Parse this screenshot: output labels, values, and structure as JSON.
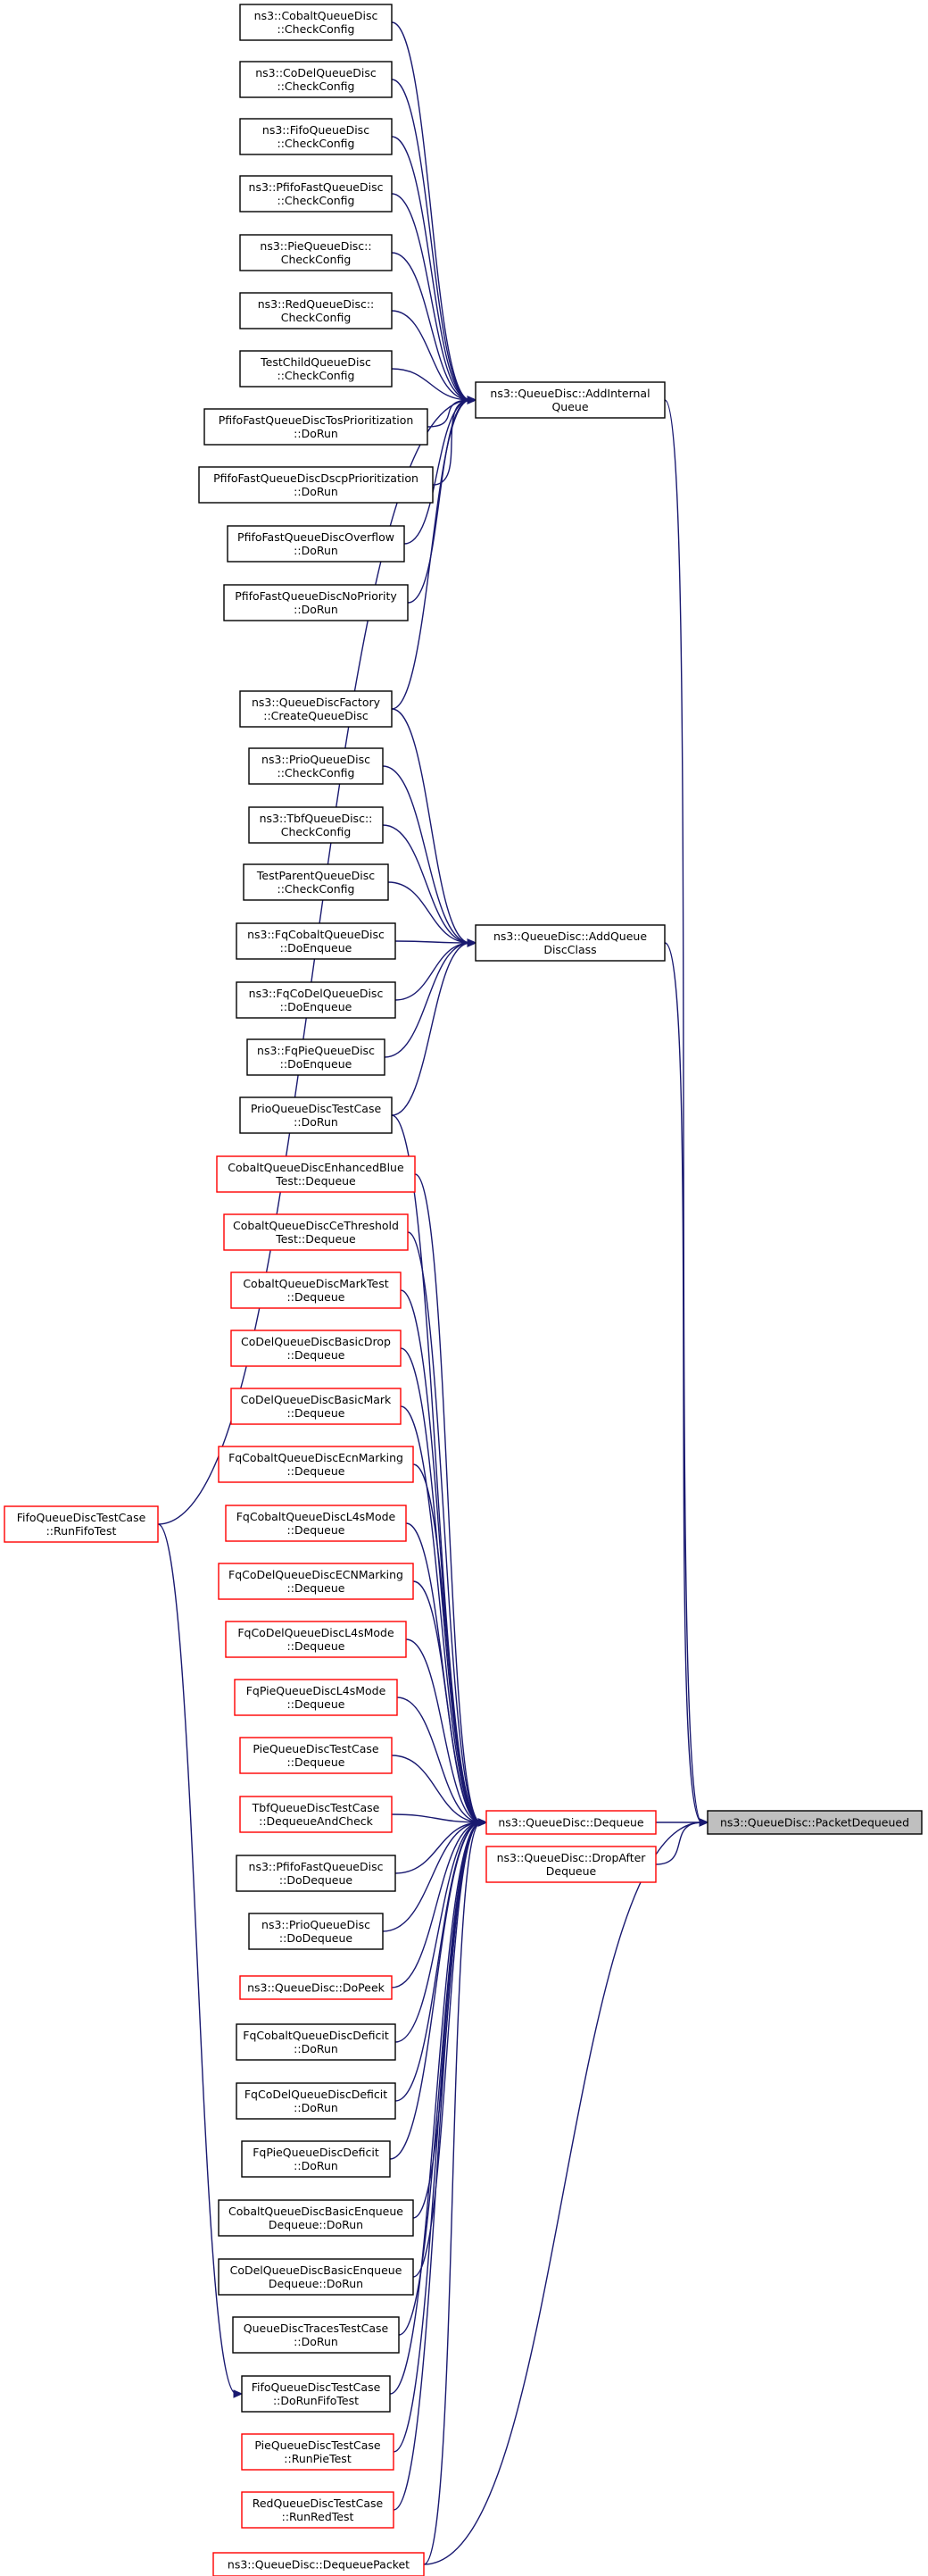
{
  "diagram": {
    "colors": {
      "edge": "#191970",
      "node_border_default": "#000000",
      "node_border_truncated": "#ff0000",
      "focus_fill": "#bfbfbf"
    },
    "nodes": [
      {
        "id": "n_cobalt_cc",
        "lines": [
          "ns3::CobaltQueueDisc",
          "::CheckConfig"
        ],
        "style": "default"
      },
      {
        "id": "n_codel_cc",
        "lines": [
          "ns3::CoDelQueueDisc",
          "::CheckConfig"
        ],
        "style": "default"
      },
      {
        "id": "n_fifo_cc",
        "lines": [
          "ns3::FifoQueueDisc",
          "::CheckConfig"
        ],
        "style": "default"
      },
      {
        "id": "n_pfifo_cc",
        "lines": [
          "ns3::PfifoFastQueueDisc",
          "::CheckConfig"
        ],
        "style": "default"
      },
      {
        "id": "n_pie_cc",
        "lines": [
          "ns3::PieQueueDisc::",
          "CheckConfig"
        ],
        "style": "default"
      },
      {
        "id": "n_red_cc",
        "lines": [
          "ns3::RedQueueDisc::",
          "CheckConfig"
        ],
        "style": "default"
      },
      {
        "id": "n_testchild_cc",
        "lines": [
          "TestChildQueueDisc",
          "::CheckConfig"
        ],
        "style": "default"
      },
      {
        "id": "n_pfifo_tos",
        "lines": [
          "PfifoFastQueueDiscTosPrioritization",
          "::DoRun"
        ],
        "style": "default"
      },
      {
        "id": "n_pfifo_dscp",
        "lines": [
          "PfifoFastQueueDiscDscpPrioritization",
          "::DoRun"
        ],
        "style": "default"
      },
      {
        "id": "n_pfifo_overflow",
        "lines": [
          "PfifoFastQueueDiscOverflow",
          "::DoRun"
        ],
        "style": "default"
      },
      {
        "id": "n_pfifo_noprio",
        "lines": [
          "PfifoFastQueueDiscNoPriority",
          "::DoRun"
        ],
        "style": "default"
      },
      {
        "id": "n_factory",
        "lines": [
          "ns3::QueueDiscFactory",
          "::CreateQueueDisc"
        ],
        "style": "default"
      },
      {
        "id": "n_prio_cc",
        "lines": [
          "ns3::PrioQueueDisc",
          "::CheckConfig"
        ],
        "style": "default"
      },
      {
        "id": "n_tbf_cc",
        "lines": [
          "ns3::TbfQueueDisc::",
          "CheckConfig"
        ],
        "style": "default"
      },
      {
        "id": "n_testparent_cc",
        "lines": [
          "TestParentQueueDisc",
          "::CheckConfig"
        ],
        "style": "default"
      },
      {
        "id": "n_fqcobalt_enq",
        "lines": [
          "ns3::FqCobaltQueueDisc",
          "::DoEnqueue"
        ],
        "style": "default"
      },
      {
        "id": "n_fqcodel_enq",
        "lines": [
          "ns3::FqCoDelQueueDisc",
          "::DoEnqueue"
        ],
        "style": "default"
      },
      {
        "id": "n_fqpie_enq",
        "lines": [
          "ns3::FqPieQueueDisc",
          "::DoEnqueue"
        ],
        "style": "default"
      },
      {
        "id": "n_prio_test",
        "lines": [
          "PrioQueueDiscTestCase",
          "::DoRun"
        ],
        "style": "default"
      },
      {
        "id": "n_cobalt_blue",
        "lines": [
          "CobaltQueueDiscEnhancedBlue",
          "Test::Dequeue"
        ],
        "style": "truncated"
      },
      {
        "id": "n_cobalt_ce",
        "lines": [
          "CobaltQueueDiscCeThreshold",
          "Test::Dequeue"
        ],
        "style": "truncated"
      },
      {
        "id": "n_cobalt_mark",
        "lines": [
          "CobaltQueueDiscMarkTest",
          "::Dequeue"
        ],
        "style": "truncated"
      },
      {
        "id": "n_codel_drop",
        "lines": [
          "CoDelQueueDiscBasicDrop",
          "::Dequeue"
        ],
        "style": "truncated"
      },
      {
        "id": "n_codel_mark",
        "lines": [
          "CoDelQueueDiscBasicMark",
          "::Dequeue"
        ],
        "style": "truncated"
      },
      {
        "id": "n_fqcobalt_ecn",
        "lines": [
          "FqCobaltQueueDiscEcnMarking",
          "::Dequeue"
        ],
        "style": "truncated"
      },
      {
        "id": "n_fqcobalt_l4s",
        "lines": [
          "FqCobaltQueueDiscL4sMode",
          "::Dequeue"
        ],
        "style": "truncated"
      },
      {
        "id": "n_fqcodel_ecn",
        "lines": [
          "FqCoDelQueueDiscECNMarking",
          "::Dequeue"
        ],
        "style": "truncated"
      },
      {
        "id": "n_fqcodel_l4s",
        "lines": [
          "FqCoDelQueueDiscL4sMode",
          "::Dequeue"
        ],
        "style": "truncated"
      },
      {
        "id": "n_fqpie_l4s",
        "lines": [
          "FqPieQueueDiscL4sMode",
          "::Dequeue"
        ],
        "style": "truncated"
      },
      {
        "id": "n_pie_test_deq",
        "lines": [
          "PieQueueDiscTestCase",
          "::Dequeue"
        ],
        "style": "truncated"
      },
      {
        "id": "n_tbf_test",
        "lines": [
          "TbfQueueDiscTestCase",
          "::DequeueAndCheck"
        ],
        "style": "truncated"
      },
      {
        "id": "n_pfifo_dodeq",
        "lines": [
          "ns3::PfifoFastQueueDisc",
          "::DoDequeue"
        ],
        "style": "default"
      },
      {
        "id": "n_prio_dodeq",
        "lines": [
          "ns3::PrioQueueDisc",
          "::DoDequeue"
        ],
        "style": "default"
      },
      {
        "id": "n_dopeek",
        "lines": [
          "ns3::QueueDisc::DoPeek"
        ],
        "style": "truncated"
      },
      {
        "id": "n_fqcobalt_def",
        "lines": [
          "FqCobaltQueueDiscDeficit",
          "::DoRun"
        ],
        "style": "default"
      },
      {
        "id": "n_fqcodel_def",
        "lines": [
          "FqCoDelQueueDiscDeficit",
          "::DoRun"
        ],
        "style": "default"
      },
      {
        "id": "n_fqpie_def",
        "lines": [
          "FqPieQueueDiscDeficit",
          "::DoRun"
        ],
        "style": "default"
      },
      {
        "id": "n_cobalt_basic",
        "lines": [
          "CobaltQueueDiscBasicEnqueue",
          "Dequeue::DoRun"
        ],
        "style": "default"
      },
      {
        "id": "n_codel_basic",
        "lines": [
          "CoDelQueueDiscBasicEnqueue",
          "Dequeue::DoRun"
        ],
        "style": "default"
      },
      {
        "id": "n_traces",
        "lines": [
          "QueueDiscTracesTestCase",
          "::DoRun"
        ],
        "style": "default"
      },
      {
        "id": "n_fifo_dorun",
        "lines": [
          "FifoQueueDiscTestCase",
          "::DoRunFifoTest"
        ],
        "style": "default"
      },
      {
        "id": "n_pie_run",
        "lines": [
          "PieQueueDiscTestCase",
          "::RunPieTest"
        ],
        "style": "truncated"
      },
      {
        "id": "n_red_run",
        "lines": [
          "RedQueueDiscTestCase",
          "::RunRedTest"
        ],
        "style": "truncated"
      },
      {
        "id": "n_deqpacket",
        "lines": [
          "ns3::QueueDisc::DequeuePacket"
        ],
        "style": "truncated"
      },
      {
        "id": "n_fifo_runfifo",
        "lines": [
          "FifoQueueDiscTestCase",
          "::RunFifoTest"
        ],
        "style": "truncated"
      },
      {
        "id": "n_addinternal",
        "lines": [
          "ns3::QueueDisc::AddInternal",
          "Queue"
        ],
        "style": "default"
      },
      {
        "id": "n_addclass",
        "lines": [
          "ns3::QueueDisc::AddQueue",
          "DiscClass"
        ],
        "style": "default"
      },
      {
        "id": "n_dequeue",
        "lines": [
          "ns3::QueueDisc::Dequeue"
        ],
        "style": "truncated"
      },
      {
        "id": "n_dropafter",
        "lines": [
          "ns3::QueueDisc::DropAfter",
          "Dequeue"
        ],
        "style": "truncated"
      },
      {
        "id": "n_focus",
        "lines": [
          "ns3::QueueDisc::PacketDequeued"
        ],
        "style": "focus"
      }
    ],
    "edges": [
      [
        "n_cobalt_cc",
        "n_addinternal"
      ],
      [
        "n_codel_cc",
        "n_addinternal"
      ],
      [
        "n_fifo_cc",
        "n_addinternal"
      ],
      [
        "n_pfifo_cc",
        "n_addinternal"
      ],
      [
        "n_pie_cc",
        "n_addinternal"
      ],
      [
        "n_red_cc",
        "n_addinternal"
      ],
      [
        "n_testchild_cc",
        "n_addinternal"
      ],
      [
        "n_pfifo_tos",
        "n_addinternal"
      ],
      [
        "n_pfifo_dscp",
        "n_addinternal"
      ],
      [
        "n_pfifo_overflow",
        "n_addinternal"
      ],
      [
        "n_pfifo_noprio",
        "n_addinternal"
      ],
      [
        "n_factory",
        "n_addinternal"
      ],
      [
        "n_fifo_runfifo",
        "n_addinternal"
      ],
      [
        "n_prio_cc",
        "n_addclass"
      ],
      [
        "n_tbf_cc",
        "n_addclass"
      ],
      [
        "n_testparent_cc",
        "n_addclass"
      ],
      [
        "n_fqcobalt_enq",
        "n_addclass"
      ],
      [
        "n_fqcodel_enq",
        "n_addclass"
      ],
      [
        "n_fqpie_enq",
        "n_addclass"
      ],
      [
        "n_prio_test",
        "n_addclass"
      ],
      [
        "n_factory",
        "n_addclass"
      ],
      [
        "n_prio_test",
        "n_dequeue"
      ],
      [
        "n_cobalt_blue",
        "n_dequeue"
      ],
      [
        "n_cobalt_ce",
        "n_dequeue"
      ],
      [
        "n_cobalt_mark",
        "n_dequeue"
      ],
      [
        "n_codel_drop",
        "n_dequeue"
      ],
      [
        "n_codel_mark",
        "n_dequeue"
      ],
      [
        "n_fqcobalt_ecn",
        "n_dequeue"
      ],
      [
        "n_fqcobalt_l4s",
        "n_dequeue"
      ],
      [
        "n_fqcodel_ecn",
        "n_dequeue"
      ],
      [
        "n_fqcodel_l4s",
        "n_dequeue"
      ],
      [
        "n_fqpie_l4s",
        "n_dequeue"
      ],
      [
        "n_pie_test_deq",
        "n_dequeue"
      ],
      [
        "n_tbf_test",
        "n_dequeue"
      ],
      [
        "n_pfifo_dodeq",
        "n_dequeue"
      ],
      [
        "n_prio_dodeq",
        "n_dequeue"
      ],
      [
        "n_dopeek",
        "n_dequeue"
      ],
      [
        "n_fqcobalt_def",
        "n_dequeue"
      ],
      [
        "n_fqcodel_def",
        "n_dequeue"
      ],
      [
        "n_fqpie_def",
        "n_dequeue"
      ],
      [
        "n_cobalt_basic",
        "n_dequeue"
      ],
      [
        "n_codel_basic",
        "n_dequeue"
      ],
      [
        "n_traces",
        "n_dequeue"
      ],
      [
        "n_fifo_dorun",
        "n_dequeue"
      ],
      [
        "n_pie_run",
        "n_dequeue"
      ],
      [
        "n_red_run",
        "n_dequeue"
      ],
      [
        "n_deqpacket",
        "n_dequeue"
      ],
      [
        "n_fifo_runfifo",
        "n_fifo_dorun"
      ],
      [
        "n_addinternal",
        "n_focus"
      ],
      [
        "n_addclass",
        "n_focus"
      ],
      [
        "n_dequeue",
        "n_focus"
      ],
      [
        "n_dropafter",
        "n_focus"
      ],
      [
        "n_deqpacket",
        "n_focus"
      ]
    ]
  }
}
